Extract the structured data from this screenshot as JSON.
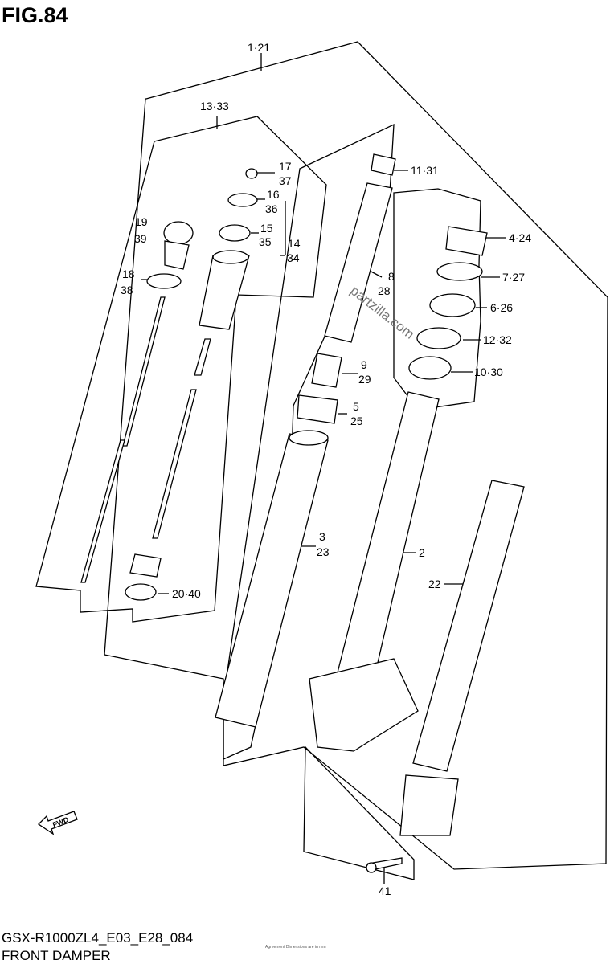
{
  "figure": {
    "title": "FIG.84",
    "model_code": "GSX-R1000ZL4_E03_E28_084",
    "section_name": "FRONT DAMPER",
    "footnote": "Agreement Dimensions are in mm"
  },
  "watermark": "partzilla.com",
  "callouts": [
    {
      "id": "c1",
      "text": "1·21"
    },
    {
      "id": "c13",
      "text": "13·33"
    },
    {
      "id": "c17",
      "text": "17"
    },
    {
      "id": "c37",
      "text": "37"
    },
    {
      "id": "c16",
      "text": "16"
    },
    {
      "id": "c36",
      "text": "36"
    },
    {
      "id": "c15",
      "text": "15"
    },
    {
      "id": "c35",
      "text": "35"
    },
    {
      "id": "c14",
      "text": "14"
    },
    {
      "id": "c34",
      "text": "34"
    },
    {
      "id": "c19",
      "text": "19"
    },
    {
      "id": "c39",
      "text": "39"
    },
    {
      "id": "c18",
      "text": "18"
    },
    {
      "id": "c38",
      "text": "38"
    },
    {
      "id": "c20",
      "text": "20·40"
    },
    {
      "id": "c11",
      "text": "11·31"
    },
    {
      "id": "c8a",
      "text": "8"
    },
    {
      "id": "c8b",
      "text": "28"
    },
    {
      "id": "c9",
      "text": "9"
    },
    {
      "id": "c29",
      "text": "29"
    },
    {
      "id": "c5",
      "text": "5"
    },
    {
      "id": "c25",
      "text": "25"
    },
    {
      "id": "c3",
      "text": "3"
    },
    {
      "id": "c23",
      "text": "23"
    },
    {
      "id": "c4",
      "text": "4·24"
    },
    {
      "id": "c7",
      "text": "7·27"
    },
    {
      "id": "c6",
      "text": "6·26"
    },
    {
      "id": "c12",
      "text": "12·32"
    },
    {
      "id": "c10",
      "text": "10·30"
    },
    {
      "id": "c2",
      "text": "2"
    },
    {
      "id": "c22",
      "text": "22"
    },
    {
      "id": "c41",
      "text": "41"
    }
  ],
  "fwd_label": "FWD"
}
